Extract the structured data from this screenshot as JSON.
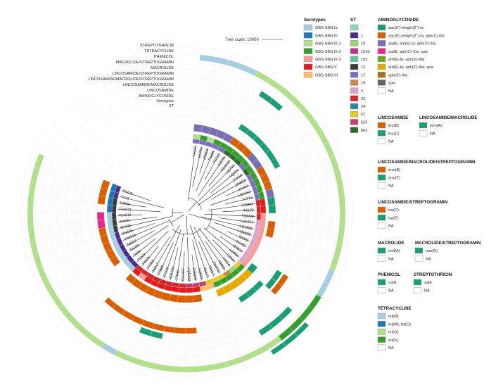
{
  "tree_scale": {
    "label": "Tree scale: 10000"
  },
  "ring_labels": [
    "STREPTOTHRICIN",
    "TETRACYCLINE",
    "PHENICOL",
    "MACROLIDE/STREPTOGRAMIN",
    "MACROLIDE",
    "LINCOSAMIDE/STREPTOGRAMIN",
    "LINCOSAMIDE/MACROLIDE/STREPTOGRAMIN",
    "LINCOSAMIDE/MACROLIDE",
    "LINCOSAMIDE",
    "AMINOGLYCOSIDE",
    "Serotypes",
    "ST"
  ],
  "isolates": [
    "T2101",
    "ZX401",
    "ZN604",
    "T3586",
    "T2713",
    "10070",
    "LQ1138",
    "LQ704",
    "LQ794",
    "ZX410",
    "ZN603",
    "ZX402",
    "LQ1662",
    "T7773",
    "T39883",
    "T6122",
    "T30900",
    "LQ2457",
    "LQ1909",
    "LQ1835",
    "T6209",
    "ZX405",
    "ZN602",
    "LQ862",
    "T1894",
    "T1074",
    "T8998",
    "T30702",
    "T8417",
    "T6477",
    "LQ504",
    "E36309",
    "LQ1248",
    "E21407",
    "T7642",
    "T26729",
    "T7728",
    "T7000",
    "T6017",
    "T7268",
    "T3925",
    "T1102",
    "T582",
    "T8198",
    "T6822",
    "T20169",
    "ZN605",
    "ZX406",
    "ZN601",
    "T24016",
    "T12371",
    "T3668",
    "T713",
    "T2432"
  ],
  "serotypes": {
    "title": "Serotypes",
    "items": [
      {
        "label": "GBS-SBG:Ia",
        "color": "#a6cee3"
      },
      {
        "label": "GBS-SBG:Ib",
        "color": "#1f78b4"
      },
      {
        "label": "GBS-SBG:III-1",
        "color": "#b2df8a"
      },
      {
        "label": "GBS-SBG:III-2",
        "color": "#33a02c"
      },
      {
        "label": "GBS-SBG:III-3",
        "color": "#fb9a99"
      },
      {
        "label": "GBS-SBG:V",
        "color": "#e31a1c"
      },
      {
        "label": "GBS-SBG:VI",
        "color": "#fdbf6f"
      }
    ]
  },
  "st": {
    "title": "ST",
    "items": [
      {
        "label": "-",
        "color": "#8dd3c7"
      },
      {
        "label": "1",
        "color": "#4b2a8f"
      },
      {
        "label": "10",
        "color": "#9bd56c"
      },
      {
        "label": "1010",
        "color": "#c2318b"
      },
      {
        "label": "103",
        "color": "#66c2a5"
      },
      {
        "label": "12",
        "color": "#3b3b3b"
      },
      {
        "label": "17",
        "color": "#7f6ebf"
      },
      {
        "label": "19",
        "color": "#c98b45"
      },
      {
        "label": "2",
        "color": "#d9a3c9"
      },
      {
        "label": "23",
        "color": "#d0292b"
      },
      {
        "label": "24",
        "color": "#33839a"
      },
      {
        "label": "27",
        "color": "#e7c72e"
      },
      {
        "label": "529",
        "color": "#c4416c"
      },
      {
        "label": "862",
        "color": "#2f6b2f"
      }
    ]
  },
  "aminoglycoside": {
    "title": "AMINOGLYCOSIDE",
    "items": [
      {
        "label": "aac(6')-Ie/aph(2'')-Ia",
        "color": "#1b9e77"
      },
      {
        "label": "aac(6')-Ie/aph(2'')-Ia; aph(3')-IIIa",
        "color": "#d95f02"
      },
      {
        "label": "aadE; ant(6)-Ia; aph(3')-IIIa",
        "color": "#7570b3"
      },
      {
        "label": "aadE; aph(3')-IIIa; spw",
        "color": "#e7298a"
      },
      {
        "label": "ant(6)-Ia; aph(3')-IIIa",
        "color": "#66a61e"
      },
      {
        "label": "ant(6)-Ia; aph(3')-IIIa; spw",
        "color": "#e6ab02"
      },
      {
        "label": "aph(3')-IIIa",
        "color": "#a6761d"
      },
      {
        "label": "spw",
        "color": "#666666"
      },
      {
        "label": "NA",
        "color": "#ffffff"
      }
    ]
  },
  "lincosamide": {
    "title": "LINCOSAMIDE",
    "items": [
      {
        "label": "lnu(B)",
        "color": "#d95f02"
      },
      {
        "label": "lnu(C)",
        "color": "#1b9e77"
      },
      {
        "label": "NA",
        "color": "#ffffff"
      }
    ]
  },
  "lincosamide_macrolide": {
    "title": "LINCOSAMIDE/MACROLIDE",
    "items": [
      {
        "label": "erm(A)",
        "color": "#1b9e77"
      },
      {
        "label": "NA",
        "color": "#ffffff"
      }
    ]
  },
  "lms": {
    "title": "LINCOSAMIDE/MACROLIDE/STREPTOGRAMIN",
    "items": [
      {
        "label": "erm(B)",
        "color": "#d95f02"
      },
      {
        "label": "erm(T)",
        "color": "#1b9e77"
      },
      {
        "label": "NA",
        "color": "#ffffff"
      }
    ]
  },
  "ls": {
    "title": "LINCOSAMIDE/STREPTOGRAMIN",
    "items": [
      {
        "label": "lsa(C)",
        "color": "#d95f02"
      },
      {
        "label": "lsa(E)",
        "color": "#1b9e77"
      },
      {
        "label": "NA",
        "color": "#ffffff"
      }
    ]
  },
  "macrolide": {
    "title": "MACROLIDE",
    "items": [
      {
        "label": "mef(A)",
        "color": "#1b9e77"
      },
      {
        "label": "NA",
        "color": "#ffffff"
      }
    ]
  },
  "ms": {
    "title": "MACROLIDE/STREPTOGRAMIN",
    "items": [
      {
        "label": "msr(D)",
        "color": "#1b9e77"
      },
      {
        "label": "NA",
        "color": "#ffffff"
      }
    ]
  },
  "phenicol": {
    "title": "PHENICOL",
    "items": [
      {
        "label": "catA",
        "color": "#1b9e77"
      },
      {
        "label": "NA",
        "color": "#ffffff"
      }
    ]
  },
  "streptothricin": {
    "title": "STREPTOTHRICIN",
    "items": [
      {
        "label": "sat4",
        "color": "#1b9e77"
      },
      {
        "label": "NA",
        "color": "#ffffff"
      }
    ]
  },
  "tetracycline": {
    "title": "TETRACYCLINE",
    "items": [
      {
        "label": "tet(M)",
        "color": "#a6cee3"
      },
      {
        "label": "tet(M); tet(O)",
        "color": "#1f78b4"
      },
      {
        "label": "tet(O)",
        "color": "#b2df8a"
      },
      {
        "label": "tet(S)",
        "color": "#33a02c"
      },
      {
        "label": "NA",
        "color": "#ffffff"
      }
    ]
  }
}
